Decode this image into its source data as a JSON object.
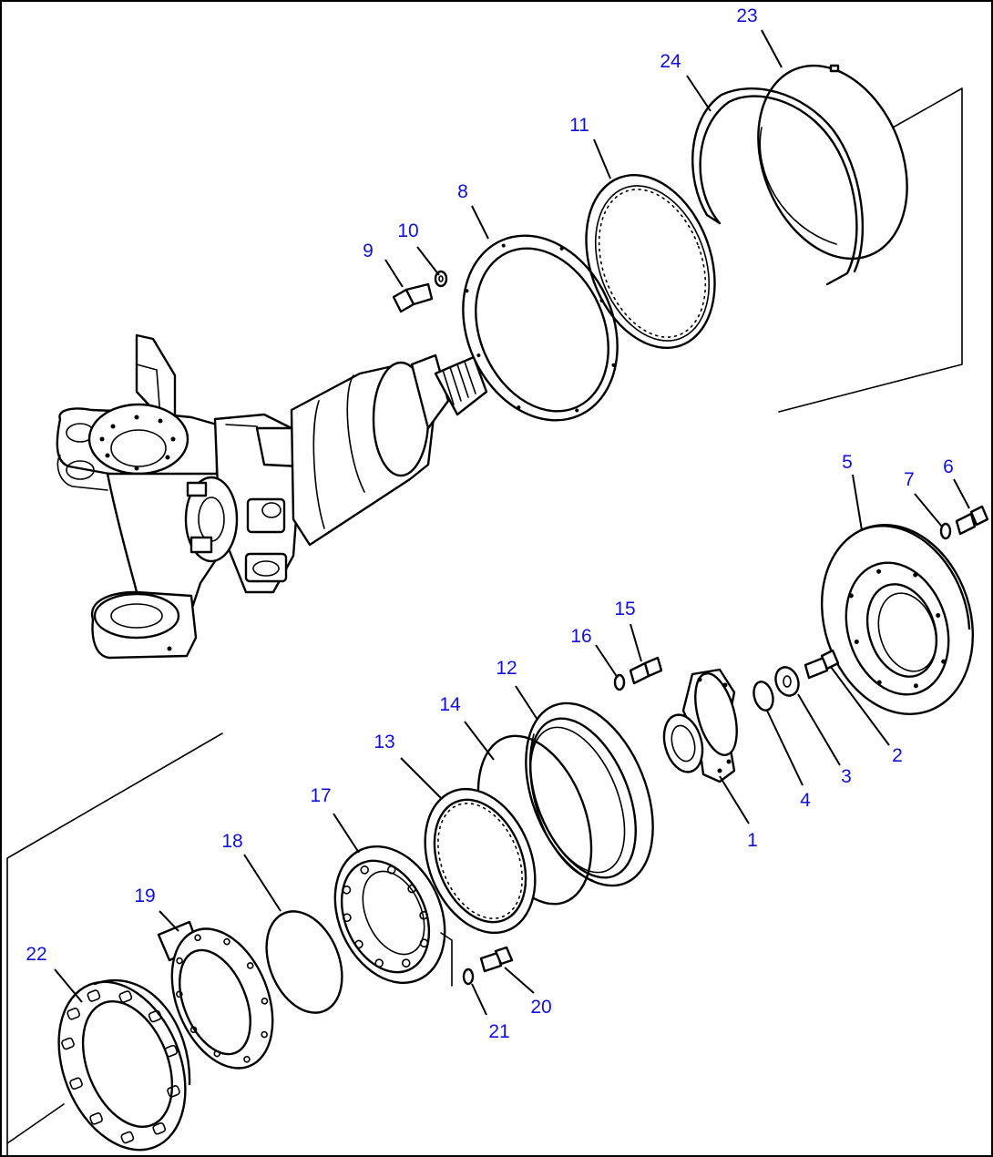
{
  "diagram": {
    "callouts": {
      "c1": "1",
      "c2": "2",
      "c3": "3",
      "c4": "4",
      "c5": "5",
      "c6": "6",
      "c7": "7",
      "c8": "8",
      "c9": "9",
      "c10": "10",
      "c11": "11",
      "c12": "12",
      "c13": "13",
      "c14": "14",
      "c15": "15",
      "c16": "16",
      "c17": "17",
      "c18": "18",
      "c19": "19",
      "c20": "20",
      "c21": "21",
      "c22": "22",
      "c23": "23",
      "c24": "24"
    },
    "colors": {
      "callout": "#1010e0",
      "line": "#000000",
      "background": "#ffffff"
    }
  }
}
